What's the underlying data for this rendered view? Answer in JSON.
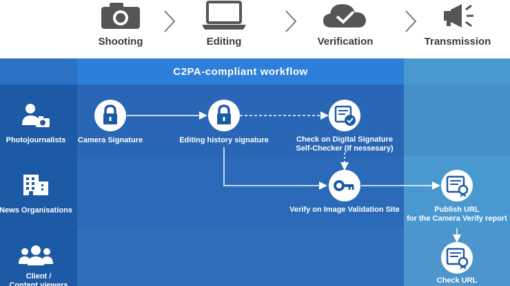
{
  "stages": [
    {
      "label": "Shooting",
      "icon": "camera-icon"
    },
    {
      "label": "Editing",
      "icon": "laptop-icon"
    },
    {
      "label": "Verification",
      "icon": "cloud-check-icon"
    },
    {
      "label": "Transmission",
      "icon": "megaphone-icon"
    }
  ],
  "workflow_title": "C2PA-compliant workflow",
  "roles": [
    {
      "label": "Photojournalists",
      "icon": "photographer-icon"
    },
    {
      "label": "News Organisations",
      "icon": "building-icon"
    },
    {
      "label": "Client /\nContent viewers",
      "icon": "group-icon"
    }
  ],
  "nodes": {
    "camera_signature": {
      "label": "Camera Signature",
      "icon": "lock-icon"
    },
    "editing_signature": {
      "label": "Editing history signature",
      "icon": "lock-icon"
    },
    "self_checker": {
      "label": "Check on Digital Signature\nSelf-Checker (If nessesary)",
      "icon": "certificate-check-icon"
    },
    "validation_site": {
      "label": "Verify on Image Validation Site",
      "icon": "key-icon"
    },
    "publish_url": {
      "label": "Publish URL\nfor the Camera Verify report",
      "icon": "certificate-icon"
    },
    "check_url": {
      "label": "Check URL",
      "icon": "certificate-icon"
    }
  },
  "colors": {
    "stage_text": "#3a3a3a",
    "stage_icon": "#555555",
    "header_band": "#2e7fd9",
    "role_column": "#1d5aa6",
    "row_1": "#2966b5",
    "row_2": "#2a6ab8",
    "row_3": "#2f6fbb",
    "transmission_column": "#4a98d0",
    "icon_blue": "#1d5aa6"
  }
}
